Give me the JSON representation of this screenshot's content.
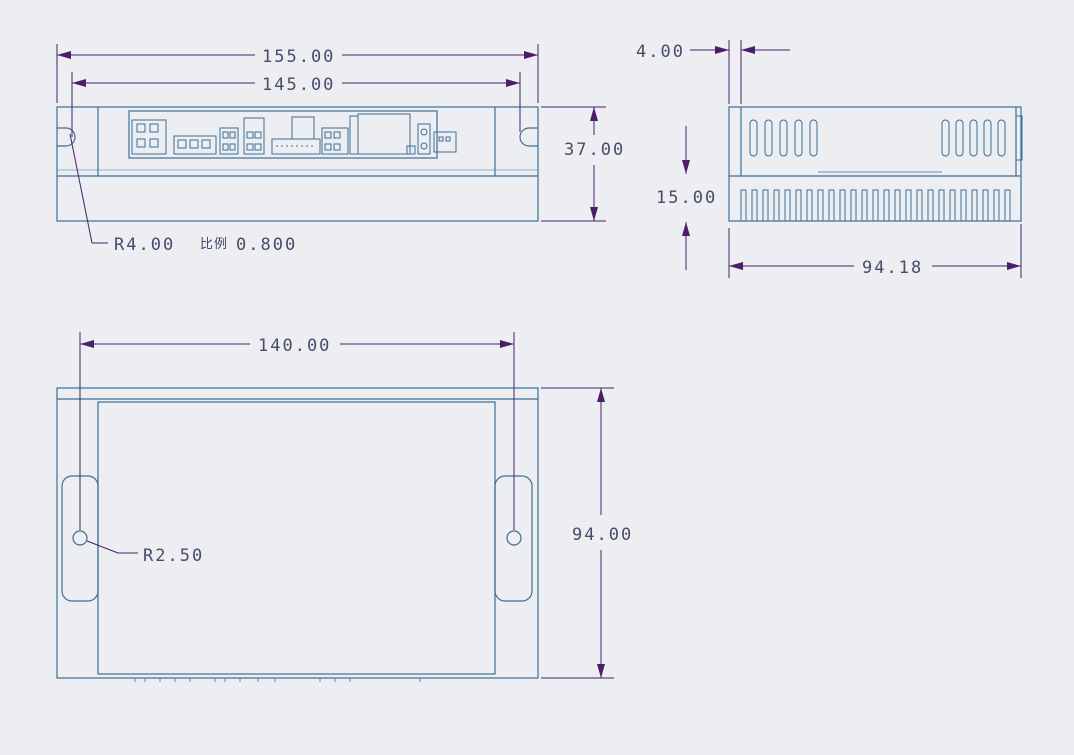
{
  "colors": {
    "background": "#eceef1",
    "part_line": "#3d6f98",
    "dimension_line": "#4a1e6a",
    "dimension_text": "#4a4a6a",
    "note_text": "#45456a"
  },
  "front_view": {
    "dim_overall_width": "155.00",
    "dim_hole_spacing": "145.00",
    "dim_height": "37.00",
    "fillet_radius": "R4.00",
    "scale_label": "比例",
    "scale_value": "0.800"
  },
  "side_view": {
    "dim_flange_thickness": "4.00",
    "dim_fin_height": "15.00",
    "dim_depth": "94.18"
  },
  "top_view": {
    "dim_hole_spacing": "140.00",
    "dim_depth": "94.00",
    "hole_radius": "R2.50"
  }
}
